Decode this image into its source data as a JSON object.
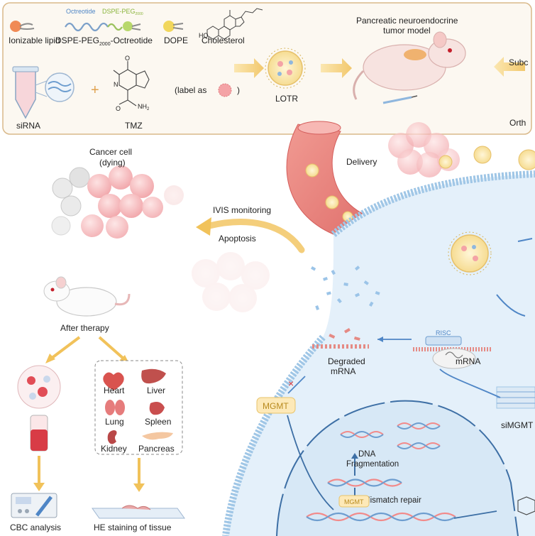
{
  "top_panel": {
    "ionizable_lipid": "Ionizable lipid",
    "octreotide": "Octreotide",
    "dspe_peg_small": "DSPE-PEG",
    "dspe_peg_small_sub": "2000",
    "dspe_peg_octreotide": "DSPE-PEG",
    "dspe_peg_octreotide_sub": "2000",
    "dspe_peg_octreotide_suffix": "-Octreotide",
    "dope": "DOPE",
    "cholesterol": "Cholesterol",
    "sirna": "siRNA",
    "plus": "+",
    "tmz": "TMZ",
    "label_as": "(label as",
    "label_as_close": ")",
    "lotr": "LOTR",
    "chem_o": "O",
    "chem_n": "N",
    "chem_nh2": "NH",
    "chem_nh2_sub": "2",
    "chem_ho": "HO"
  },
  "tumor_model": {
    "title_line1": "Pancreatic neuroendocrine",
    "title_line2": "tumor model",
    "subcutaneous_partial": "Subc",
    "orthotopic_partial": "Orth"
  },
  "middle": {
    "delivery": "Delivery",
    "cancer_cell_line1": "Cancer cell",
    "cancer_cell_line2": "(dying)",
    "ivis": "IVIS monitoring",
    "apoptosis": "Apoptosis"
  },
  "cell": {
    "risc": "RISC",
    "mrna": "mRNA",
    "degraded_line1": "Degraded",
    "degraded_line2": "mRNA",
    "mgmt": "MGMT",
    "x_mark": "×",
    "simgmt_partial": "siMGMT",
    "dna_frag_line1": "DNA",
    "dna_frag_line2": "Fragmentation",
    "mismatch_repair": "Mismatch repair",
    "mgmt_small": "MGMT"
  },
  "after_therapy": {
    "title": "After therapy",
    "organs": [
      "Heart",
      "Liver",
      "Lung",
      "Spleen",
      "Kidney",
      "Pancreas"
    ],
    "cbc": "CBC analysis",
    "he": "HE staining of tissue"
  },
  "colors": {
    "panel_border": "#d9b98a",
    "panel_bg": "#fcf8f1",
    "arrow_gold": "#f1c25a",
    "cell_bg": "#e4f0fa",
    "membrane": "#9fc6e6",
    "nucleus_bg": "#d7e8f6",
    "tumor_pink": "#f4b7b9",
    "vessel": "#e9837f",
    "blue_arrow": "#4f86c6"
  }
}
